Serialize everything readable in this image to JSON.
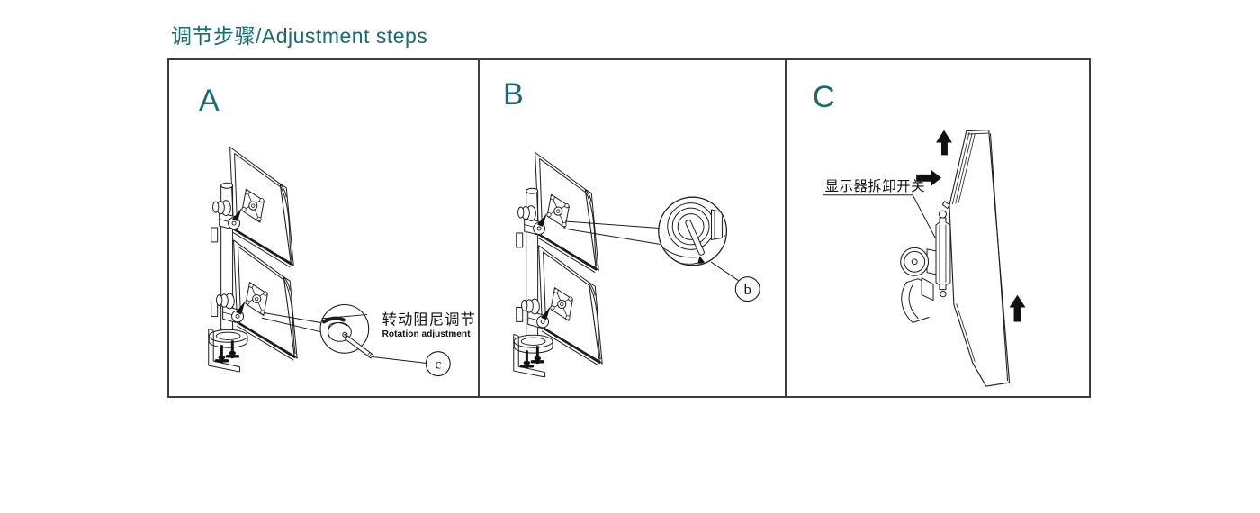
{
  "title": "调节步骤/Adjustment steps",
  "colors": {
    "accent_teal": "#1a6b6f",
    "line": "#1c1c1c",
    "frame_border": "#3d3d3d",
    "background": "#ffffff"
  },
  "panels": {
    "a": {
      "letter": "A",
      "annotation_zh": "转动阻尼调节",
      "annotation_en": "Rotation adjustment",
      "callout_letter": "c"
    },
    "b": {
      "letter": "B",
      "callout_letter": "b"
    },
    "c": {
      "letter": "C",
      "annotation_zh": "显示器拆卸开关",
      "arrow_directions": [
        "up",
        "right",
        "up"
      ]
    }
  }
}
